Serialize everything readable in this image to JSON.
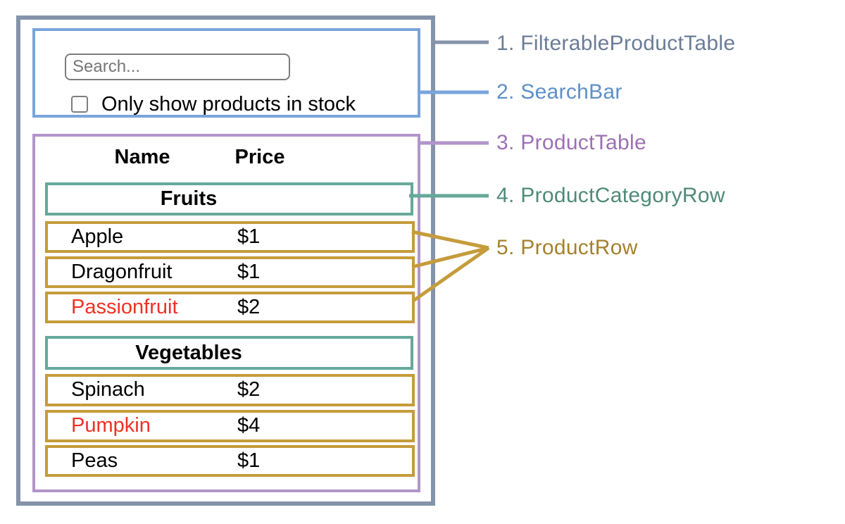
{
  "search_bar": {
    "placeholder": "Search...",
    "checkbox_label": "Only show products in stock",
    "checkbox_checked": false
  },
  "table": {
    "header": {
      "name": "Name",
      "price": "Price"
    },
    "sections": [
      {
        "category": "Fruits",
        "rows": [
          {
            "name": "Apple",
            "price": "$1",
            "highlight": "none"
          },
          {
            "name": "Dragonfruit",
            "price": "$1",
            "highlight": "none"
          },
          {
            "name": "Passionfruit",
            "price": "$2",
            "highlight": "red"
          }
        ]
      },
      {
        "category": "Vegetables",
        "rows": [
          {
            "name": "Spinach",
            "price": "$2",
            "highlight": "none"
          },
          {
            "name": "Pumpkin",
            "price": "$4",
            "highlight": "red"
          },
          {
            "name": "Peas",
            "price": "$1",
            "highlight": "none"
          }
        ]
      }
    ]
  },
  "legend": [
    {
      "label": "1. FilterableProductTable",
      "color": "#6b7c97"
    },
    {
      "label": "2. SearchBar",
      "color": "#5e8fc9"
    },
    {
      "label": "3. ProductTable",
      "color": "#9c70b4"
    },
    {
      "label": "4. ProductCategoryRow",
      "color": "#4e8a78"
    },
    {
      "label": "5. ProductRow",
      "color": "#a5812c"
    }
  ],
  "colors": {
    "outer_border": "#8493a9",
    "search_border": "#79a5dc",
    "table_border": "#b294ca",
    "category_border": "#66a89a",
    "row_border": "#c59c3c",
    "connector_gray": "#8493a9",
    "connector_blue": "#79a5dc",
    "connector_purple": "#b294ca",
    "connector_teal": "#66a89a",
    "connector_gold": "#c59c3c",
    "out_of_stock_red": "#ee3124"
  }
}
